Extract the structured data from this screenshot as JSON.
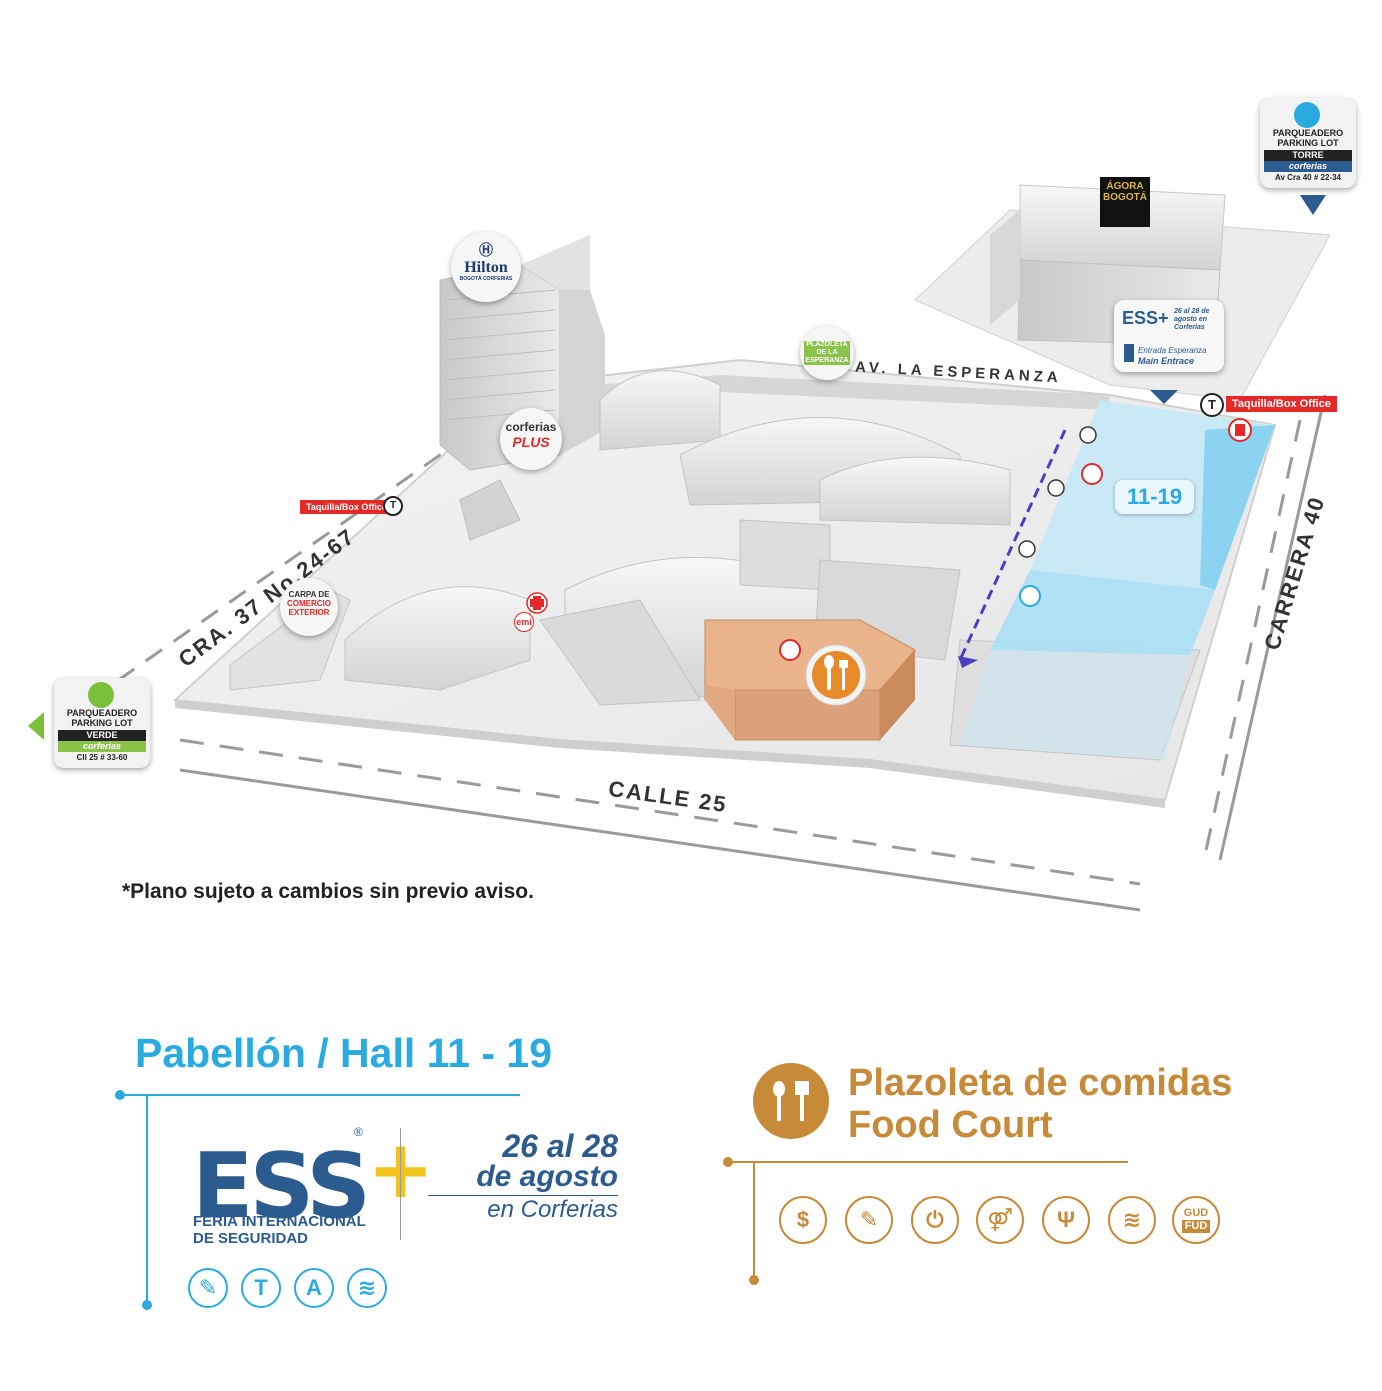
{
  "streets": {
    "north": "AV.  LA  ESPERANZA",
    "south": "CALLE 25",
    "east": "CARRERA 40",
    "west": "CRA. 37 No.24-67"
  },
  "parking": [
    {
      "line1": "PARQUEADERO",
      "line2": "PARKING LOT",
      "color": "VERDE",
      "brand": "corferias",
      "address": "Cll 25 # 33-60"
    },
    {
      "line1": "PARQUEADERO",
      "line2": "PARKING LOT",
      "color": "TORRE",
      "brand": "corferias",
      "address": "Av Cra 40 # 22-34"
    }
  ],
  "landmarks": {
    "hilton": "Hilton",
    "hilton_sub": "BOGOTÁ CORFERIAS",
    "corferias": "corferias",
    "plus": "PLUS",
    "plazoleta": "PLAZOLETA DE LA ESPERANZA",
    "agora_1": "ÁGORA",
    "agora_2": "BOGOTÁ",
    "carpa_1": "CARPA DE",
    "carpa_2": "COMERCIO",
    "carpa_3": "EXTERIOR",
    "emi": "emi"
  },
  "entrance": {
    "logo": "ESS+",
    "dates": "26 al 28 de agosto en Corferias",
    "line1": "Entrada Esperanza",
    "line2": "Main Entrace"
  },
  "box_office": "Taquilla/Box Office",
  "t_icon": "T",
  "hall_label": "11-19",
  "note": "*Plano sujeto a cambios sin previo aviso.",
  "legend_hall": {
    "title": "Pabellón / Hall 11 - 19",
    "logo": "ESS",
    "reg": "®",
    "subtitle_1": "FERIA INTERNACIONAL",
    "subtitle_2": "DE SEGURIDAD",
    "date_1": "26 al 28",
    "date_2": "de agosto",
    "date_3": "en Corferias",
    "services": [
      "pencil-icon",
      "t-icon",
      "a-icon",
      "wifi-icon"
    ],
    "service_glyphs": [
      "✎",
      "T",
      "A",
      "≋"
    ]
  },
  "legend_food": {
    "title_1": "Plazoleta de comidas",
    "title_2": "Food Court",
    "services": [
      "dollar-icon",
      "pencil-icon",
      "plug-icon",
      "restroom-icon",
      "cutlery-icon",
      "wifi-icon",
      "gudfud-icon"
    ],
    "service_glyphs": [
      "$",
      "✎",
      "⏻",
      "⚤",
      "Ψ",
      "≋",
      "GUD"
    ],
    "gudfud_1": "GUD",
    "gudfud_2": "FUD"
  },
  "colors": {
    "hall": "#29abe2",
    "food": "#c68a38",
    "brand": "#2b5b8f",
    "red": "#e52828",
    "green": "#8bc34a"
  }
}
